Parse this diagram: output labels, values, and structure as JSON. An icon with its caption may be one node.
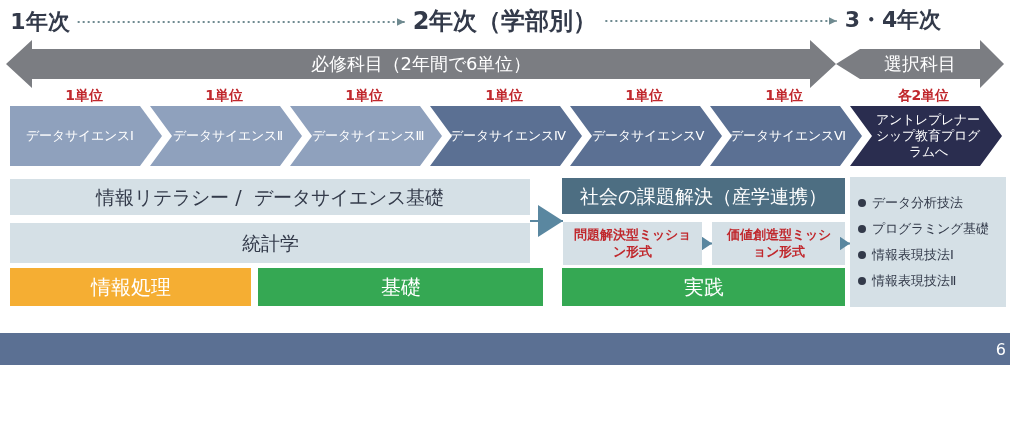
{
  "diagram": {
    "nodes": [
      {
        "text": [
          "1年次"
        ]
      },
      {
        "text": [
          "2年次（学部別）"
        ]
      },
      {
        "text": [
          "3・4年次"
        ]
      },
      {
        "text": [
          "必修科目（2年間で6単位）"
        ]
      },
      {
        "text": [
          "選択科目"
        ]
      },
      {
        "text": [
          "データサイエンスⅠ"
        ],
        "beside": [
          "1単位"
        ]
      },
      {
        "text": [
          "データサイエンスⅡ"
        ],
        "beside": [
          "1単位"
        ]
      },
      {
        "text": [
          "データサイエンスⅢ"
        ],
        "beside": [
          "1単位"
        ]
      },
      {
        "text": [
          "データサイエンスⅣ"
        ],
        "beside": [
          "1単位"
        ]
      },
      {
        "text": [
          "データサイエンスⅤ"
        ],
        "beside": [
          "1単位"
        ]
      },
      {
        "text": [
          "データサイエンスⅥ"
        ],
        "beside": [
          "1単位"
        ]
      },
      {
        "text": [
          "アントレプレナーシップ教育プログラムへ"
        ],
        "beside": [
          "各2単位"
        ]
      },
      {
        "text": [
          "情報リテラシー /  データサイエンス基礎"
        ]
      },
      {
        "text": [
          "統計学"
        ]
      },
      {
        "text": [
          "情報処理"
        ]
      },
      {
        "text": [
          "基礎"
        ]
      },
      {
        "text": [
          "社会の課題解決（産学連携）"
        ]
      },
      {
        "text": [
          "問題解決型ミッション形式"
        ]
      },
      {
        "text": [
          "価値創造型ミッション形式"
        ]
      },
      {
        "text": [
          "実践"
        ]
      },
      {
        "text": [
          "データ分析技法",
          "プログラミング基礎",
          "情報表現技法Ⅰ",
          "情報表現技法Ⅱ"
        ]
      }
    ],
    "edges": [
      {
        "from": 0,
        "to": 1,
        "arrow": "to",
        "style": "dashed",
        "color": "#6f8a90"
      },
      {
        "from": 1,
        "to": 2,
        "arrow": "to",
        "style": "dashed",
        "color": "#6f8a90"
      },
      {
        "from": 13,
        "to": 17,
        "arrow": "to"
      },
      {
        "from": 17,
        "to": 18,
        "arrow": "to"
      },
      {
        "from": 18,
        "to": 20,
        "arrow": "to"
      }
    ],
    "labels": [
      "6"
    ]
  }
}
